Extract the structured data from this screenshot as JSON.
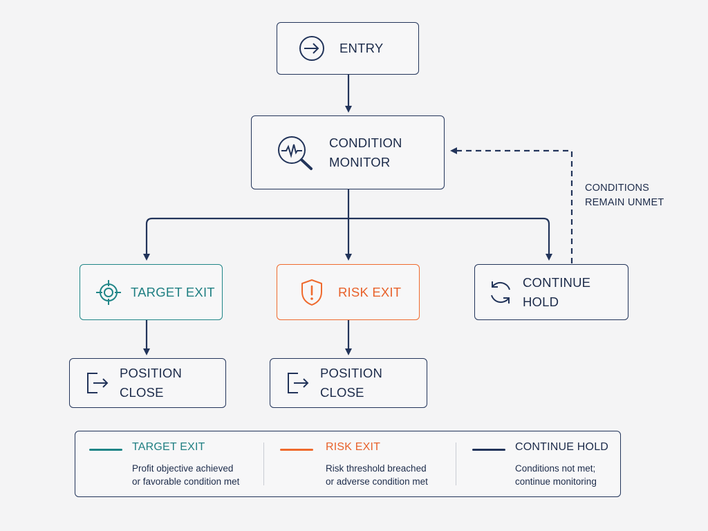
{
  "colors": {
    "navy": "#22345a",
    "teal": "#1f8587",
    "orange": "#ef6a2d",
    "background": "#f4f4f5"
  },
  "nodes": {
    "entry": {
      "label": "ENTRY",
      "icon": "arrow-right-circle-icon"
    },
    "monitor": {
      "label_line1": "CONDITION",
      "label_line2": "MONITOR",
      "icon": "magnifier-pulse-icon"
    },
    "target_exit": {
      "label": "TARGET EXIT",
      "icon": "crosshair-target-icon"
    },
    "risk_exit": {
      "label": "RISK EXIT",
      "icon": "shield-alert-icon"
    },
    "continue_hold": {
      "label": "CONTINUE HOLD",
      "icon": "refresh-cycle-icon"
    },
    "position_close_1": {
      "label": "POSITION CLOSE",
      "icon": "exit-door-icon"
    },
    "position_close_2": {
      "label": "POSITION CLOSE",
      "icon": "exit-door-icon"
    }
  },
  "loop_annotation": {
    "line1": "CONDITIONS",
    "line2": "REMAIN UNMET"
  },
  "legend": [
    {
      "title": "TARGET EXIT",
      "desc_line1": "Profit objective achieved",
      "desc_line2": "or favorable condition met",
      "color": "#1f8587"
    },
    {
      "title": "RISK EXIT",
      "desc_line1": "Risk threshold breached",
      "desc_line2": "or adverse condition met",
      "color": "#ef6a2d"
    },
    {
      "title": "CONTINUE HOLD",
      "desc_line1": "Conditions not met;",
      "desc_line2": "continue monitoring",
      "color": "#22345a"
    }
  ]
}
